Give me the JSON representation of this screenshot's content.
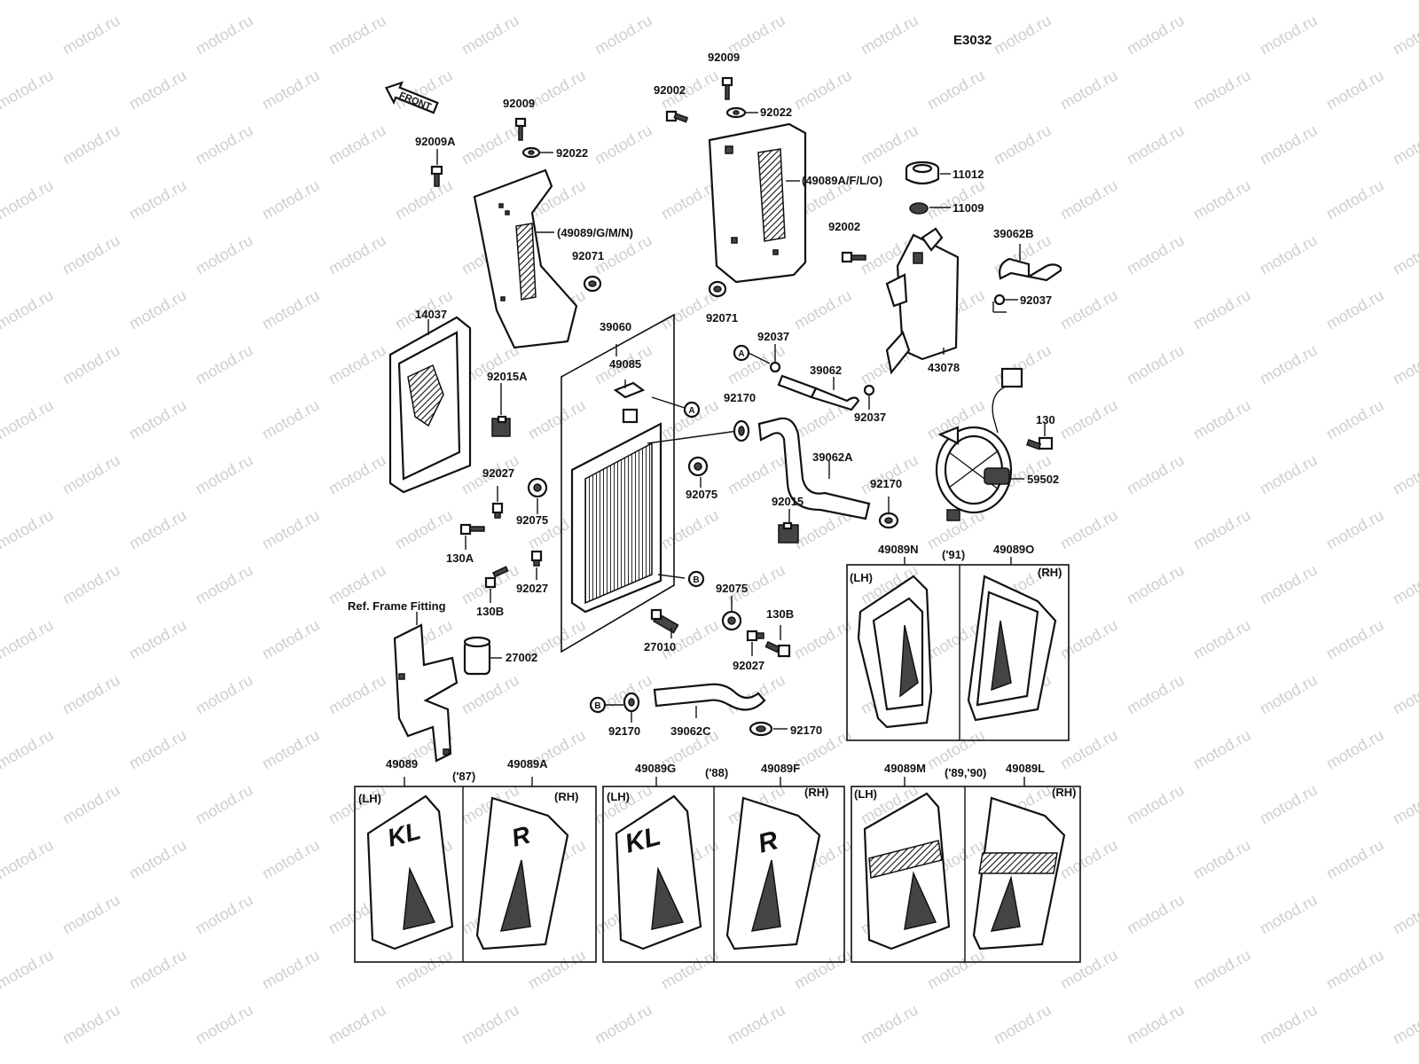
{
  "diagram_code": "E3032",
  "watermark": "motod.ru",
  "front_arrow": "FRONT",
  "ref_note": "Ref. Frame Fitting",
  "labels": {
    "p92009_right": "92009",
    "p92002_top": "92002",
    "p92022_right": "92022",
    "p92009_left": "92009",
    "p92022_left": "92022",
    "p92009A": "92009A",
    "p49089AFLO": "(49089A/F/L/O)",
    "p11012": "11012",
    "p11009": "11009",
    "p49089GMN": "(49089/G/M/N)",
    "p92002_mid": "92002",
    "p39062B": "39062B",
    "p92071_left": "92071",
    "p92071_right": "92071",
    "p92037_right": "92037",
    "p14037": "14037",
    "p39060": "39060",
    "p92037_mid": "92037",
    "p49085": "49085",
    "p39062": "39062",
    "p43078": "43078",
    "p92015A": "92015A",
    "p92170_top": "92170",
    "p92037_low": "92037",
    "p130": "130",
    "p39062A": "39062A",
    "p59502": "59502",
    "p92027_a": "92027",
    "p92075_a": "92075",
    "p92170_mid": "92170",
    "p92075_b": "92075",
    "p92015": "92015",
    "p130A": "130A",
    "p92027_b": "92027",
    "p130B_left": "130B",
    "p92075_c": "92075",
    "p130B_right": "130B",
    "p27010": "27010",
    "p27002": "27002",
    "p92027_c": "92027",
    "p92170_b1": "92170",
    "p39062C": "39062C",
    "p92170_b2": "92170"
  },
  "markers": {
    "a": "A",
    "b": "B"
  },
  "panels_right": {
    "left_label": "49089N",
    "year": "('91)",
    "right_label": "49089O",
    "lh": "(LH)",
    "rh": "(RH)"
  },
  "panels_bottom": [
    {
      "left_label": "49089",
      "year": "('87)",
      "right_label": "49089A",
      "lh": "(LH)",
      "rh": "(RH)",
      "logo_left": "KL",
      "logo_right": "R"
    },
    {
      "left_label": "49089G",
      "year": "('88)",
      "right_label": "49089F",
      "lh": "(LH)",
      "rh": "(RH)",
      "logo_left": "KL",
      "logo_right": "R"
    },
    {
      "left_label": "49089M",
      "year": "('89,'90)",
      "right_label": "49089L",
      "lh": "(LH)",
      "rh": "(RH)"
    }
  ]
}
